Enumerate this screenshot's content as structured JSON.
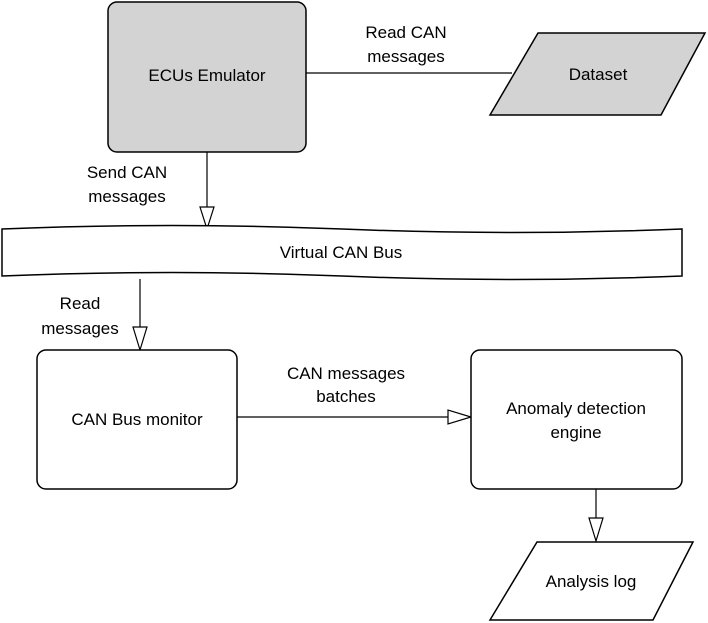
{
  "colors": {
    "emulator_fill": "#d3d3d3",
    "dataset_fill": "#d3d3d3",
    "default_fill": "#ffffff",
    "stroke": "#000000"
  },
  "nodes": {
    "ecus_emulator": {
      "label": "ECUs Emulator",
      "shape": "rounded-rectangle"
    },
    "dataset": {
      "label": "Dataset",
      "shape": "parallelogram"
    },
    "virtual_can_bus": {
      "label": "Virtual CAN Bus",
      "shape": "wavy-band"
    },
    "can_bus_monitor": {
      "label": "CAN Bus monitor",
      "shape": "rounded-rectangle"
    },
    "anomaly_engine": {
      "lines": [
        "Anomaly detection",
        "engine"
      ],
      "shape": "rounded-rectangle"
    },
    "analysis_log": {
      "label": "Analysis log",
      "shape": "parallelogram"
    }
  },
  "edges": {
    "read_can": {
      "lines": [
        "Read CAN",
        "messages"
      ]
    },
    "send_can": {
      "lines": [
        "Send CAN",
        "messages"
      ]
    },
    "read_messages": {
      "lines": [
        "Read",
        "messages"
      ]
    },
    "batches": {
      "lines": [
        "CAN messages",
        "batches"
      ]
    }
  }
}
